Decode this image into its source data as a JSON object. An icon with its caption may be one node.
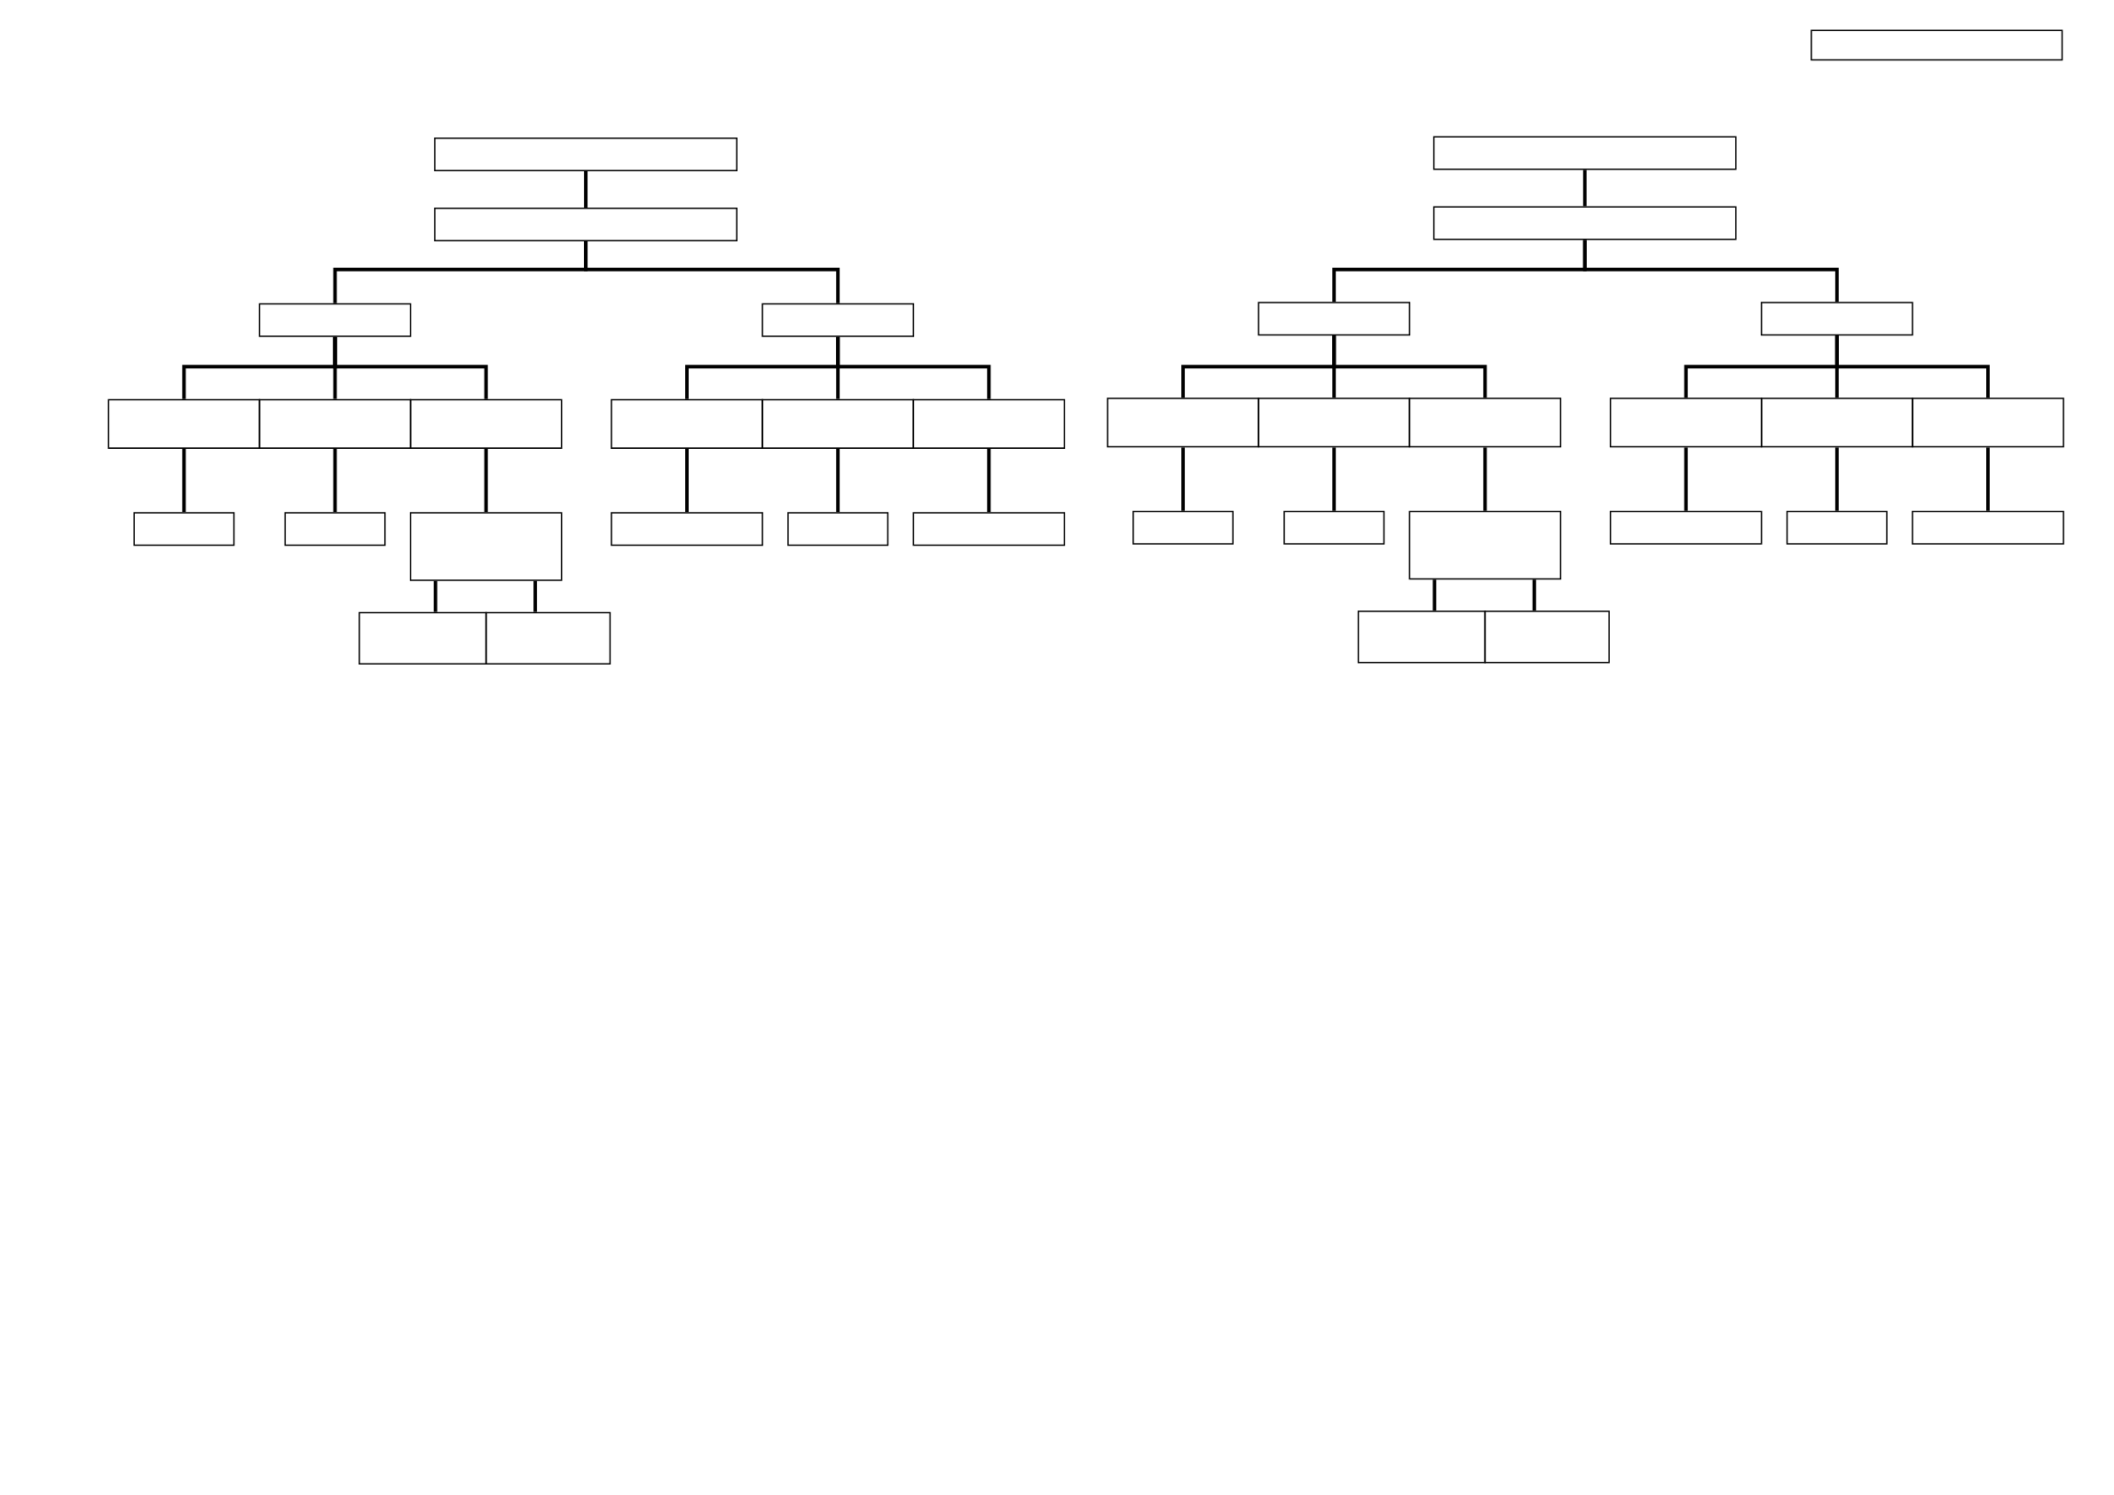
{
  "diagram": {
    "nodes": [
      {
        "text": [],
        "shape": "box"
      },
      {
        "text": [],
        "shape": "box"
      },
      {
        "text": [],
        "shape": "box"
      },
      {
        "text": [],
        "shape": "box"
      },
      {
        "text": [],
        "shape": "box"
      },
      {
        "text": [],
        "shape": "box"
      },
      {
        "text": [],
        "shape": "box"
      },
      {
        "text": [],
        "shape": "box"
      },
      {
        "text": [],
        "shape": "box"
      },
      {
        "text": [],
        "shape": "box"
      },
      {
        "text": [],
        "shape": "box"
      },
      {
        "text": [],
        "shape": "box"
      },
      {
        "text": [],
        "shape": "box"
      },
      {
        "text": [],
        "shape": "box"
      },
      {
        "text": [],
        "shape": "box"
      },
      {
        "text": [],
        "shape": "box"
      },
      {
        "text": [],
        "shape": "box"
      },
      {
        "text": [],
        "shape": "box"
      },
      {
        "text": [],
        "shape": "box"
      },
      {
        "text": [],
        "shape": "box"
      },
      {
        "text": [],
        "shape": "box"
      },
      {
        "text": [],
        "shape": "box"
      },
      {
        "text": [],
        "shape": "box"
      },
      {
        "text": [],
        "shape": "box"
      },
      {
        "text": [],
        "shape": "box"
      },
      {
        "text": [],
        "shape": "box"
      },
      {
        "text": [],
        "shape": "box"
      },
      {
        "text": [],
        "shape": "box"
      },
      {
        "text": [],
        "shape": "box"
      },
      {
        "text": [],
        "shape": "box"
      },
      {
        "text": [],
        "shape": "box"
      },
      {
        "text": [],
        "shape": "box"
      },
      {
        "text": [],
        "shape": "box"
      },
      {
        "text": [],
        "shape": "box"
      },
      {
        "text": [],
        "shape": "box"
      },
      {
        "text": [],
        "shape": "box"
      },
      {
        "text": [],
        "shape": "box"
      }
    ],
    "edges": [
      {
        "from": 1,
        "to": 2,
        "arrow": "none"
      },
      {
        "from": 2,
        "to": 3,
        "arrow": "none"
      },
      {
        "from": 2,
        "to": 4,
        "arrow": "none"
      },
      {
        "from": 3,
        "to": 5,
        "arrow": "none"
      },
      {
        "from": 3,
        "to": 6,
        "arrow": "none"
      },
      {
        "from": 3,
        "to": 7,
        "arrow": "none"
      },
      {
        "from": 4,
        "to": 8,
        "arrow": "none"
      },
      {
        "from": 4,
        "to": 9,
        "arrow": "none"
      },
      {
        "from": 4,
        "to": 10,
        "arrow": "none"
      },
      {
        "from": 5,
        "to": 11,
        "arrow": "none"
      },
      {
        "from": 6,
        "to": 12,
        "arrow": "none"
      },
      {
        "from": 7,
        "to": 13,
        "arrow": "none"
      },
      {
        "from": 8,
        "to": 14,
        "arrow": "none"
      },
      {
        "from": 9,
        "to": 15,
        "arrow": "none"
      },
      {
        "from": 10,
        "to": 16,
        "arrow": "none"
      },
      {
        "from": 13,
        "to": 17,
        "arrow": "none"
      },
      {
        "from": 13,
        "to": 18,
        "arrow": "none"
      },
      {
        "from": 19,
        "to": 20,
        "arrow": "none"
      },
      {
        "from": 20,
        "to": 21,
        "arrow": "none"
      },
      {
        "from": 20,
        "to": 22,
        "arrow": "none"
      },
      {
        "from": 21,
        "to": 23,
        "arrow": "none"
      },
      {
        "from": 21,
        "to": 24,
        "arrow": "none"
      },
      {
        "from": 21,
        "to": 25,
        "arrow": "none"
      },
      {
        "from": 22,
        "to": 26,
        "arrow": "none"
      },
      {
        "from": 22,
        "to": 27,
        "arrow": "none"
      },
      {
        "from": 22,
        "to": 28,
        "arrow": "none"
      },
      {
        "from": 23,
        "to": 29,
        "arrow": "none"
      },
      {
        "from": 24,
        "to": 30,
        "arrow": "none"
      },
      {
        "from": 25,
        "to": 31,
        "arrow": "none"
      },
      {
        "from": 26,
        "to": 32,
        "arrow": "none"
      },
      {
        "from": 27,
        "to": 33,
        "arrow": "none"
      },
      {
        "from": 28,
        "to": 34,
        "arrow": "none"
      },
      {
        "from": 31,
        "to": 35,
        "arrow": "none"
      },
      {
        "from": 31,
        "to": 36,
        "arrow": "none"
      }
    ]
  }
}
